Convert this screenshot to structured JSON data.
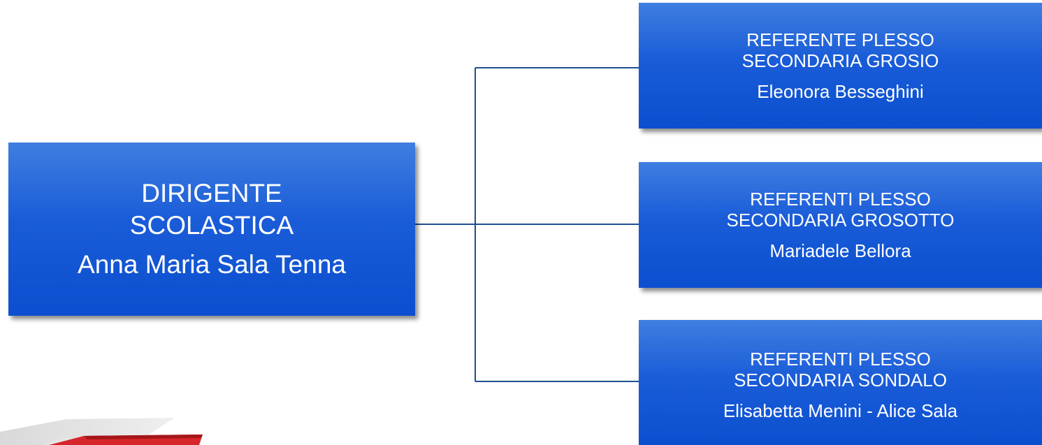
{
  "root": {
    "role": "DIRIGENTE\nSCOLASTICA",
    "person": "Anna Maria Sala Tenna"
  },
  "children": [
    {
      "role": "REFERENTE PLESSO\nSECONDARIA GROSIO",
      "person": "Eleonora Besseghini"
    },
    {
      "role": "REFERENTI PLESSO\nSECONDARIA GROSOTTO",
      "person": "Mariadele Bellora"
    },
    {
      "role": "REFERENTI PLESSO\nSECONDARIA SONDALO",
      "person": "Elisabetta Menini - Alice Sala"
    }
  ],
  "colors": {
    "box_fill": "#1a5cd8",
    "connector": "#1f4f8f",
    "text": "#ffffff",
    "decor_red": "#d7262b"
  }
}
